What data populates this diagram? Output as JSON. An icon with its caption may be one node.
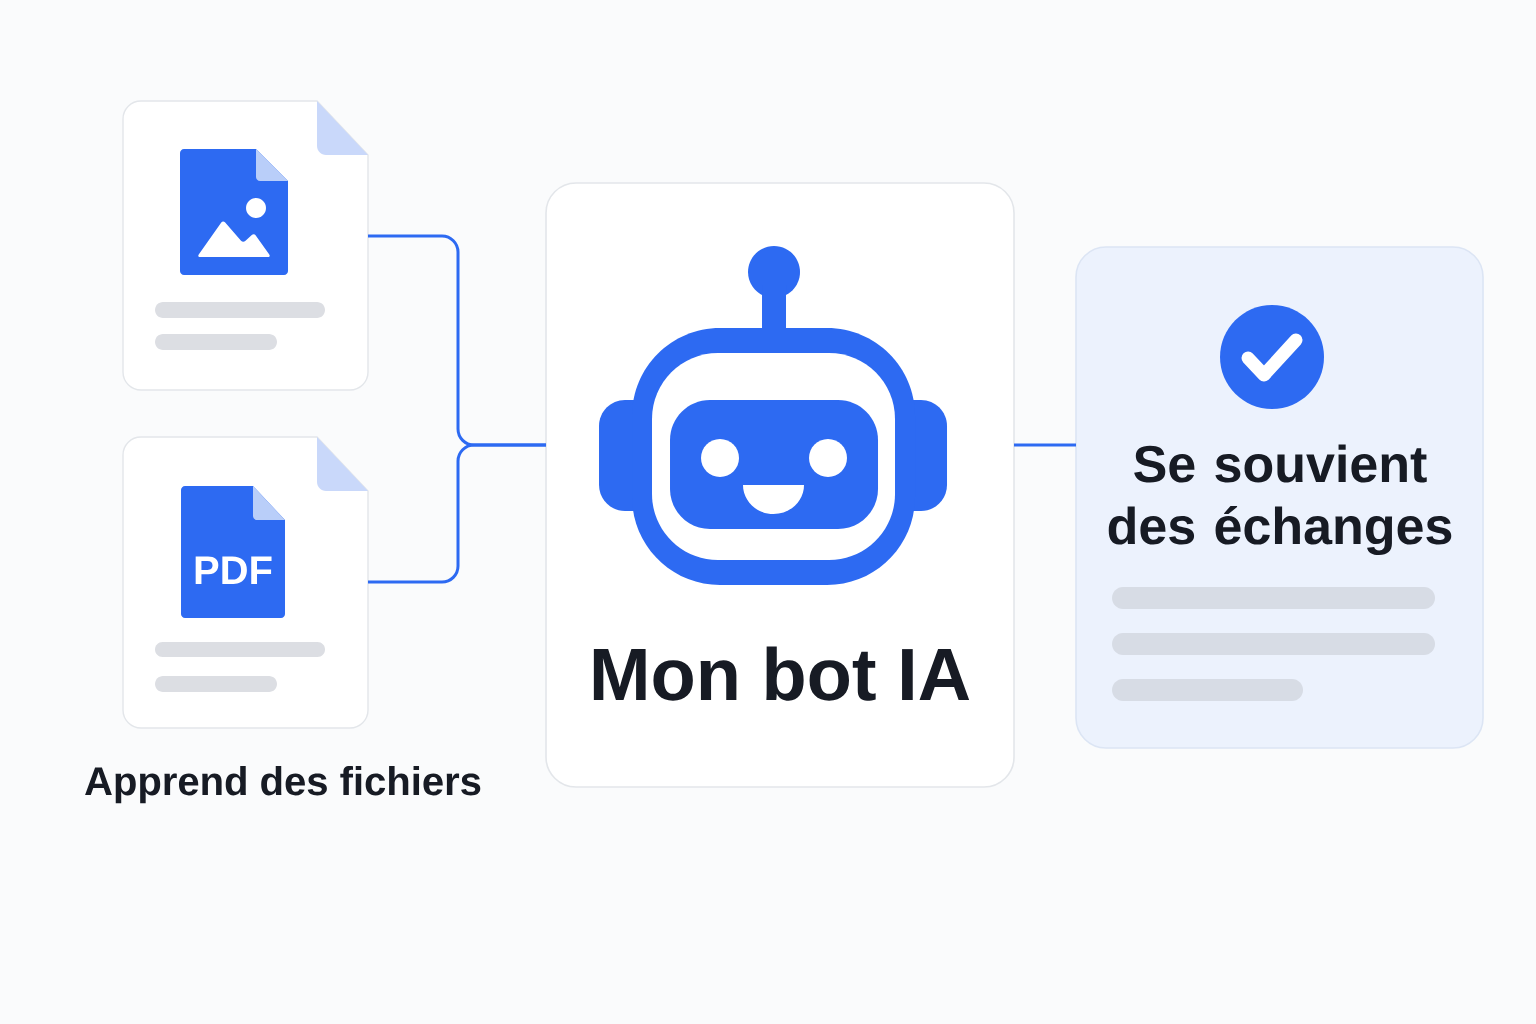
{
  "diagram": {
    "nodes": [
      {
        "text": [],
        "shape": "picture"
      },
      {
        "text": [
          "PDF"
        ]
      },
      {
        "text": [
          "Mon bot IA"
        ]
      },
      {
        "text": [
          "Se souvient des échanges"
        ]
      }
    ],
    "edges": [
      {
        "from": 0,
        "to": 2,
        "arrow": "none"
      },
      {
        "from": 1,
        "to": 2,
        "arrow": "none"
      },
      {
        "from": 2,
        "to": 3,
        "arrow": "none"
      }
    ],
    "labels": [
      "Apprend des fichiers"
    ]
  }
}
